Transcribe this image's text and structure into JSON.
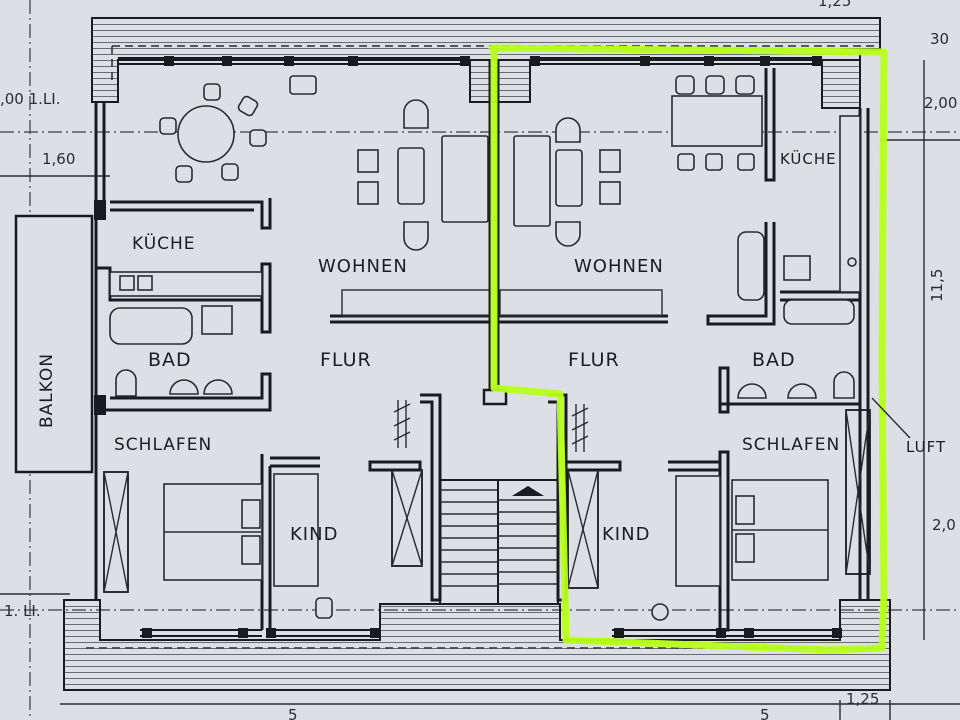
{
  "rooms": {
    "left": {
      "kueche": "KÜCHE",
      "wohnen": "WOHNEN",
      "bad": "BAD",
      "flur": "FLUR",
      "schlafen": "SCHLAFEN",
      "kind": "KIND",
      "balkon": "BALKON"
    },
    "right": {
      "kueche": "KÜCHE",
      "wohnen": "WOHNEN",
      "flur": "FLUR",
      "bad": "BAD",
      "schlafen": "SCHLAFEN",
      "kind": "KIND",
      "luft": "LUFT"
    }
  },
  "dimensions": {
    "left_2_00": ",00 1.LI.",
    "left_1_60": "1,60",
    "left_1_li": "1. LI.",
    "right_30": "30",
    "right_2_00": "2,00",
    "right_11_5": "11,5",
    "right_2_0": "2,0",
    "top_1_25": "1,25",
    "bottom_1_25": "1,25",
    "bottom_5_left": "5",
    "bottom_5_right": "5"
  },
  "colors": {
    "paper": "#dcdfe4",
    "ink": "#1a1b1f",
    "highlight": "#b6ff1a"
  }
}
